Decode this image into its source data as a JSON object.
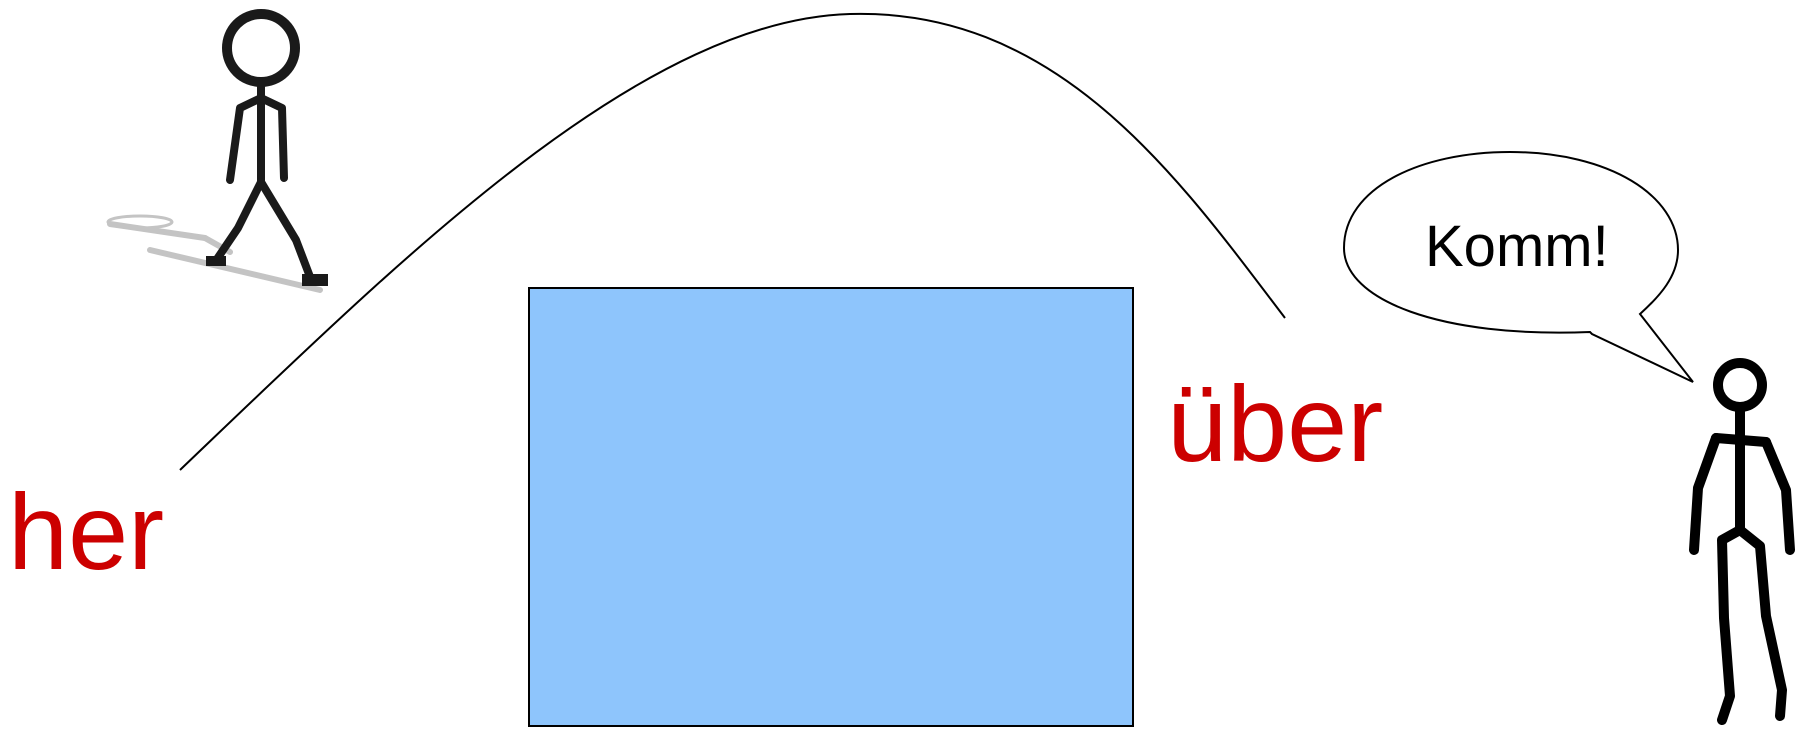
{
  "labels": {
    "start_word": "her",
    "end_word": "über",
    "speech": "Komm!"
  },
  "colors": {
    "word_color": "#cc0000",
    "obstacle_fill": "#8ec5fc",
    "outline": "#000000",
    "background": "#ffffff",
    "shadow": "#b8b8b8"
  },
  "figures": {
    "walker": "walking-stick-figure-icon",
    "caller": "standing-stick-figure-icon"
  }
}
